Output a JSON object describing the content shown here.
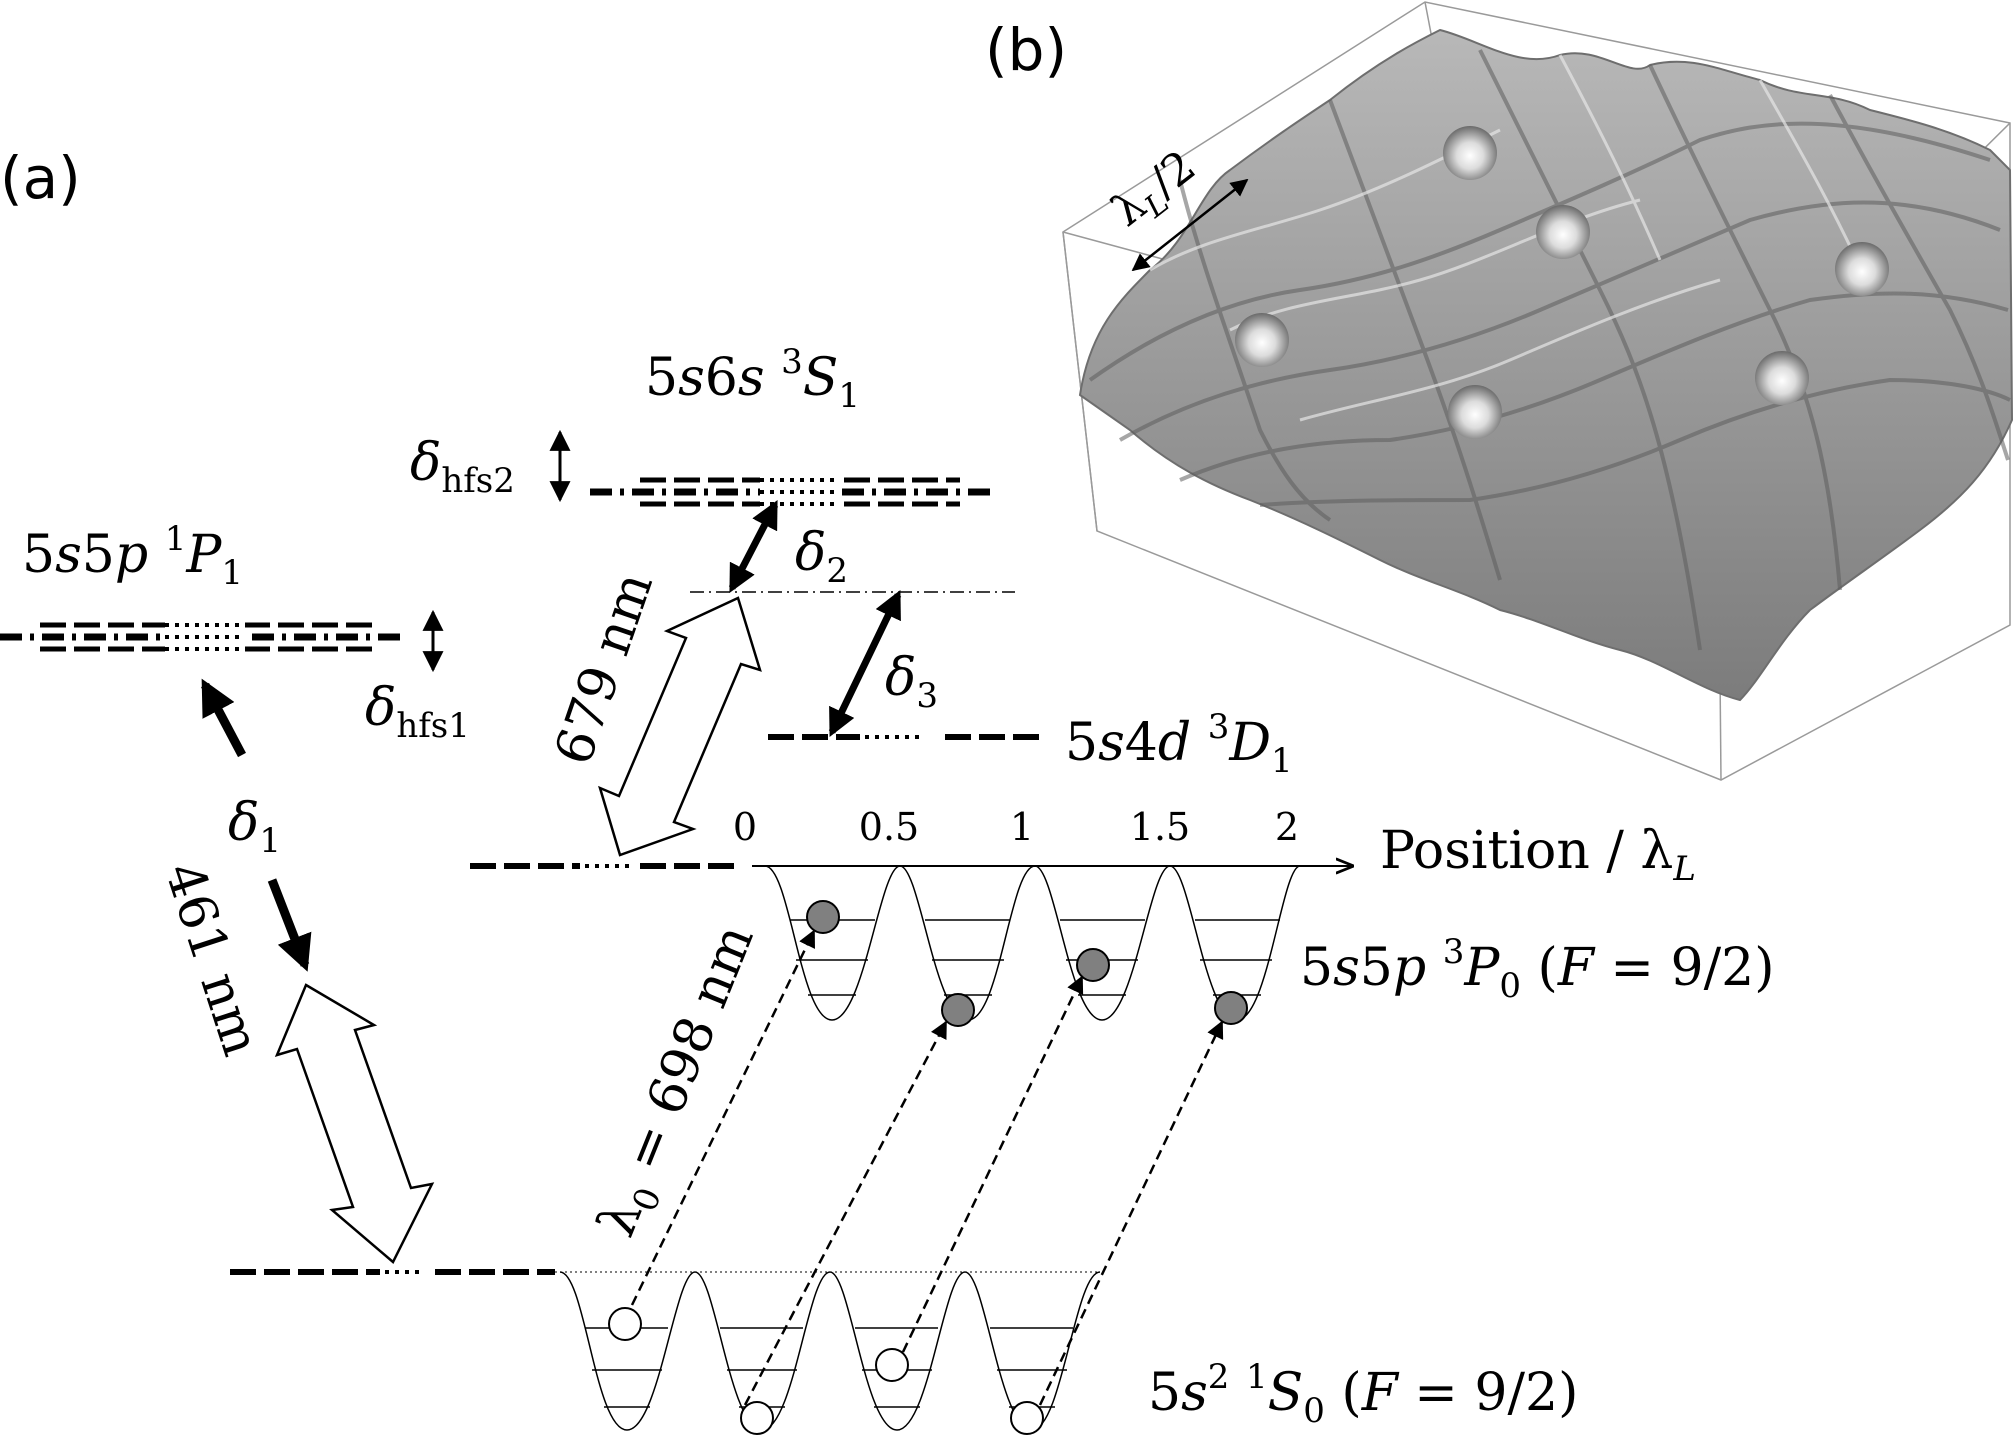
{
  "panels": {
    "a": "(a)",
    "b": "(b)"
  },
  "levels": {
    "p1": {
      "pre": "5",
      "s1": "s",
      "mid": "5",
      "s2": "p",
      "mult": "1",
      "L": "P",
      "J": "1"
    },
    "s1": {
      "pre": "5",
      "s1": "s",
      "mid": "6",
      "s2": "s",
      "mult": "3",
      "L": "S",
      "J": "1"
    },
    "d1": {
      "pre": "5",
      "s1": "s",
      "mid": "4",
      "s2": "d",
      "mult": "3",
      "L": "D",
      "J": "1"
    },
    "p0": {
      "pre": "5",
      "s1": "s",
      "mid": "5",
      "s2": "p",
      "mult": "3",
      "L": "P",
      "J": "0",
      "F_open": " (",
      "F": "F",
      "F_val": " = 9/2)"
    },
    "s0": {
      "pre": "5",
      "s1": "s",
      "sq": "2",
      "mult": "1",
      "L": "S",
      "J": "0",
      "F_open": " (",
      "F": "F",
      "F_val": " = 9/2)"
    }
  },
  "detunings": {
    "hfs1": {
      "sym": "δ",
      "sub": "hfs1"
    },
    "hfs2": {
      "sym": "δ",
      "sub": "hfs2"
    },
    "d1": {
      "sym": "δ",
      "sub": "1"
    },
    "d2": {
      "sym": "δ",
      "sub": "2"
    },
    "d3": {
      "sym": "δ",
      "sub": "3"
    }
  },
  "wavelengths": {
    "w461": "461 nm",
    "w679": "679 nm",
    "w698": {
      "sym": "λ",
      "sub": "0",
      "rest": " = 698 nm"
    }
  },
  "axis": {
    "ticks": [
      "0",
      "0.5",
      "1",
      "1.5",
      "2"
    ],
    "label": "Position / ",
    "label_sym": "λ",
    "label_sub": "L"
  },
  "lattice_label": {
    "sym": "λ",
    "sub": "L",
    "rest": "/2"
  },
  "colors": {
    "ink": "#000000",
    "surface": "#9a9a9a",
    "surface_dark": "#6e6e6e",
    "atom_fill": "#808080",
    "box": "#999999"
  }
}
